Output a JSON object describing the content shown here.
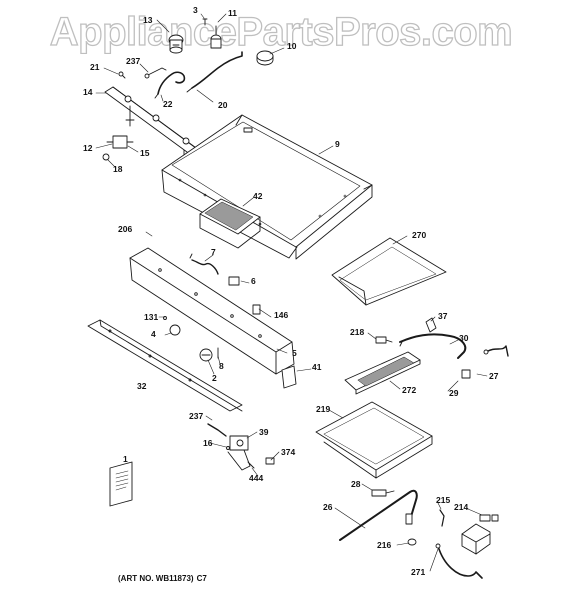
{
  "watermark": "AppliancePartsPros.com",
  "art_number": {
    "text": "(ART NO. WB11873)",
    "code": "C7"
  },
  "callouts": {
    "c3": "3",
    "c11": "11",
    "c13": "13",
    "c10": "10",
    "c237a": "237",
    "c21": "21",
    "c14": "14",
    "c22": "22",
    "c20": "20",
    "c9": "9",
    "c12": "12",
    "c15": "15",
    "c18": "18",
    "c42": "42",
    "c206": "206",
    "c7": "7",
    "c6": "6",
    "c270": "270",
    "c146": "146",
    "c131": "131",
    "c4": "4",
    "c37": "37",
    "c218": "218",
    "c30": "30",
    "c5": "5",
    "c8": "8",
    "c2": "2",
    "c41": "41",
    "c27": "27",
    "c32": "32",
    "c272": "272",
    "c29": "29",
    "c237b": "237",
    "c39": "39",
    "c16": "16",
    "c219": "219",
    "c374": "374",
    "c444": "444",
    "c1": "1",
    "c28": "28",
    "c215": "215",
    "c214": "214",
    "c26": "26",
    "c216": "216",
    "c271": "271"
  },
  "colors": {
    "line": "#1a1a1a",
    "fill": "#ffffff",
    "shade": "#9a9a9a",
    "watermark": "#b5b5b5"
  }
}
